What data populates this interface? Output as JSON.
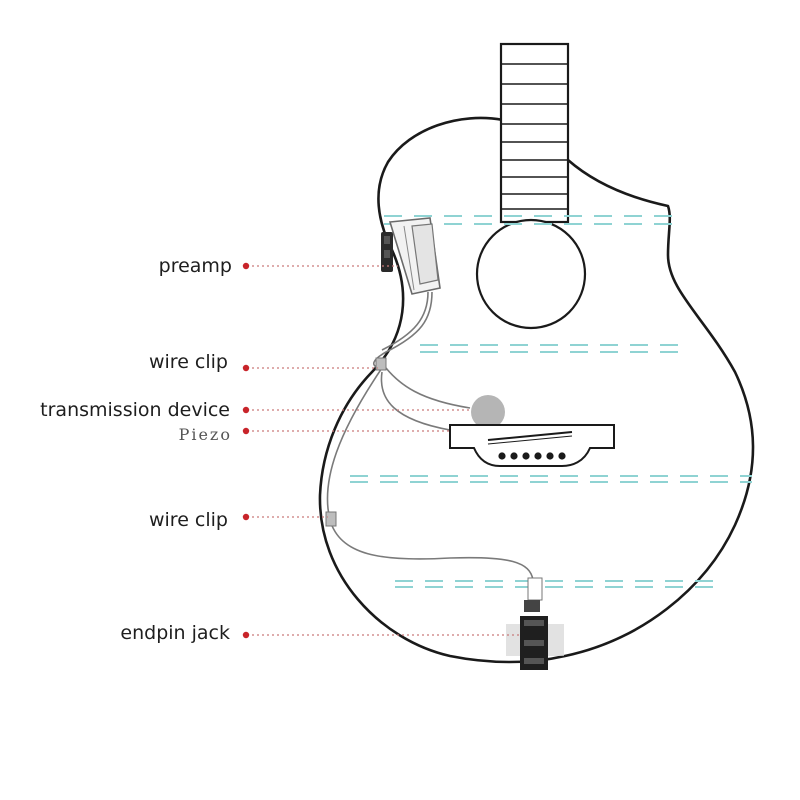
{
  "labels": {
    "preamp": "preamp",
    "wire_clip_upper": "wire clip",
    "transmission_device": "transmission device",
    "piezo": "Piezo",
    "wire_clip_lower": "wire clip",
    "endpin_jack": "endpin jack"
  },
  "colors": {
    "outline": "#1a1a1a",
    "dot": "#c8242a",
    "leader": "#c97b7b",
    "guide": "#8fd3d3",
    "wire": "#7a7a7a"
  }
}
